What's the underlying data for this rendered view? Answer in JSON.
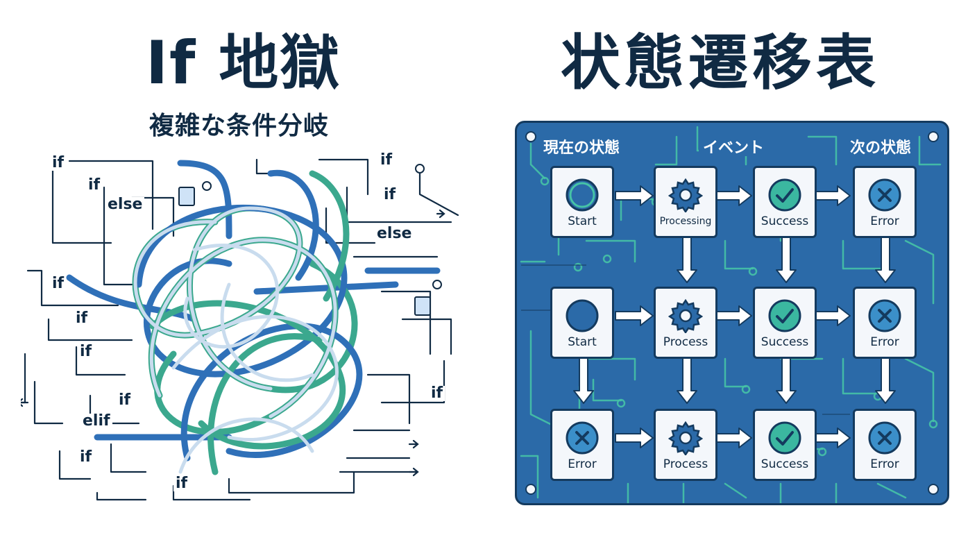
{
  "left": {
    "title": "If 地獄",
    "subtitle": "複雑な条件分岐",
    "labels": [
      "if",
      "if",
      "else",
      "if",
      "if",
      "else",
      "if",
      "if",
      "if",
      "if",
      "if",
      "elif",
      "if",
      "if"
    ]
  },
  "right": {
    "title": "状態遷移表",
    "headers": {
      "current": "現在の状態",
      "event": "イベント",
      "next": "次の状態"
    },
    "rows": [
      [
        "Start",
        "Processing",
        "Success",
        "Error"
      ],
      [
        "Start",
        "Process",
        "Success",
        "Error"
      ],
      [
        "Error",
        "Process",
        "Success",
        "Error"
      ]
    ]
  },
  "colors": {
    "board": "#2b6aa8",
    "navy": "#143a5e",
    "teal": "#3bb7a0",
    "paper": "#f4f7fb"
  }
}
